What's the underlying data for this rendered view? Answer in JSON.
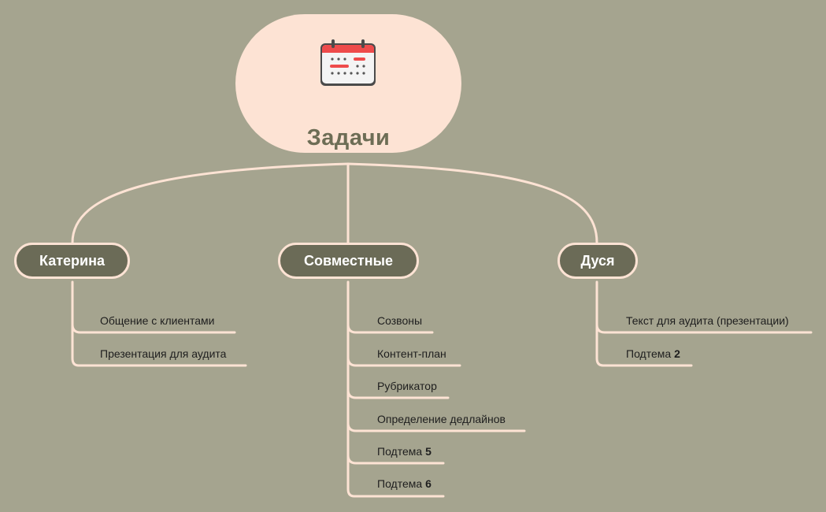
{
  "root": {
    "title": "Задачи",
    "icon": "calendar-icon"
  },
  "colors": {
    "background": "#a5a48f",
    "root_fill": "#fde3d4",
    "branch_fill": "#6b6b57",
    "line": "#fde3d4",
    "root_text": "#6d6d55"
  },
  "branches": [
    {
      "label": "Катерина",
      "children": [
        "Общение с клиентами",
        "Презентация для аудита"
      ]
    },
    {
      "label": "Совместные",
      "children": [
        "Созвоны",
        "Контент-план",
        "Рубрикатор",
        "Определение дедлайнов",
        "Подтема 5",
        "Подтема 6"
      ]
    },
    {
      "label": "Дуся",
      "children": [
        "Текст для аудита (презентации)",
        "Подтема 2"
      ]
    }
  ]
}
